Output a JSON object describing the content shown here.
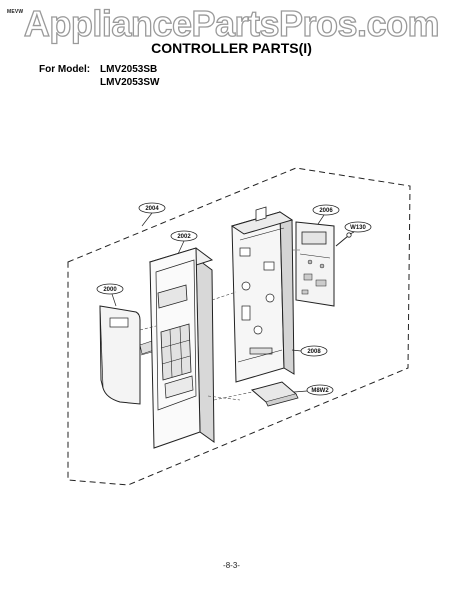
{
  "corner_tag": "MEVW",
  "watermark": "AppliancePartsPros.com",
  "title": "CONTROLLER PARTS(I)",
  "model_label": "For Model:",
  "models": [
    "LMV2053SB",
    "LMV2053SW"
  ],
  "callouts": {
    "c2004": "2004",
    "c2002": "2002",
    "c2006": "2006",
    "cW130": "W130",
    "c2000": "2000",
    "c2008": "2008",
    "cM8W2": "M8W2"
  },
  "page_number": "-8-3-",
  "colors": {
    "line": "#222222",
    "panel_fill": "#f2f2f2",
    "dark_fill": "#bdbdbd",
    "watermark_stroke": "#9a9a9a"
  }
}
